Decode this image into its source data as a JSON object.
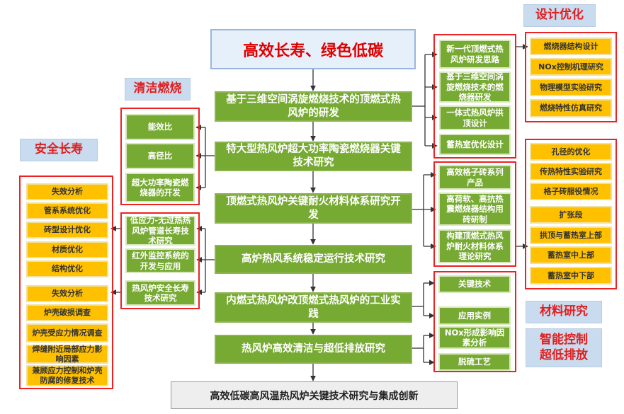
{
  "title": "高效长寿、绿色低碳",
  "bottom": "高效低碳高风温热风炉关键技术研究与集成创新",
  "main_steps": [
    "基于三维空间涡旋燃烧技术的顶燃式热风炉的研发",
    "特大型热风炉超大功率陶瓷燃烧器关键技术研究",
    "顶燃式热风炉关键耐火材料体系研究开发",
    "高炉热风系统稳定运行技术研究",
    "内燃式热风炉改顶燃式热风炉的工业实践",
    "热风炉高效清洁与超低排放研究"
  ],
  "clean_combustion": {
    "label": "清洁燃烧",
    "items": [
      "能效比",
      "高径比",
      "超大功率陶瓷燃烧器的开发"
    ]
  },
  "safety_longevity": {
    "label": "安全长寿",
    "mid_items": [
      "低应力-无过热热风炉管道长寿技术研究",
      "红外监控系统的开发与应用",
      "热风炉安全长寿技术研究"
    ],
    "group1": [
      "失效分析",
      "管系系统优化",
      "砖型设计优化",
      "材质优化",
      "结构优化"
    ],
    "group2": [
      "失效分析",
      "炉壳破损调查",
      "炉壳受应力情况调查",
      "焊缝附近局部应力影响因素",
      "兼顾应力控制和炉壳防腐的修复技术"
    ]
  },
  "design_optimization": {
    "label": "设计优化",
    "mid_items": [
      "新一代顶燃式热风炉研发思路",
      "基于三维空间涡旋燃烧技术的燃烧器研发",
      "一体式热风炉拱顶设计",
      "蓄热室优化设计"
    ],
    "items": [
      "燃烧器结构设计",
      "NOx控制机理研究",
      "物理模型实验研究",
      "燃烧特性仿真研究"
    ]
  },
  "materials_research": {
    "label": "材料研究",
    "mid_items": [
      "高效格子砖系列产品",
      "高荷软、高抗热震燃烧器结构用砖研制",
      "构建顶燃式热风炉耐火材料体系理论研究"
    ],
    "group1": [
      "孔径的优化",
      "传热特性实验研究",
      "格子砖服役情况"
    ],
    "group2": [
      "扩张段",
      "拱顶与蓄热室上部",
      "蓄热室中上部",
      "蓄热室中下部"
    ]
  },
  "smart_control": {
    "label_line1": "智能控制",
    "label_line2": "超低排放",
    "items": [
      "关键技术",
      "应用实例",
      "NOx形成影响因素分析",
      "脱硫工艺"
    ]
  },
  "colors": {
    "main_green": "#77aa33",
    "yellow": "#ffc000",
    "frame_red": "#ee2222",
    "title_red": "#e00000",
    "tag_blue": "#c9dcef"
  }
}
